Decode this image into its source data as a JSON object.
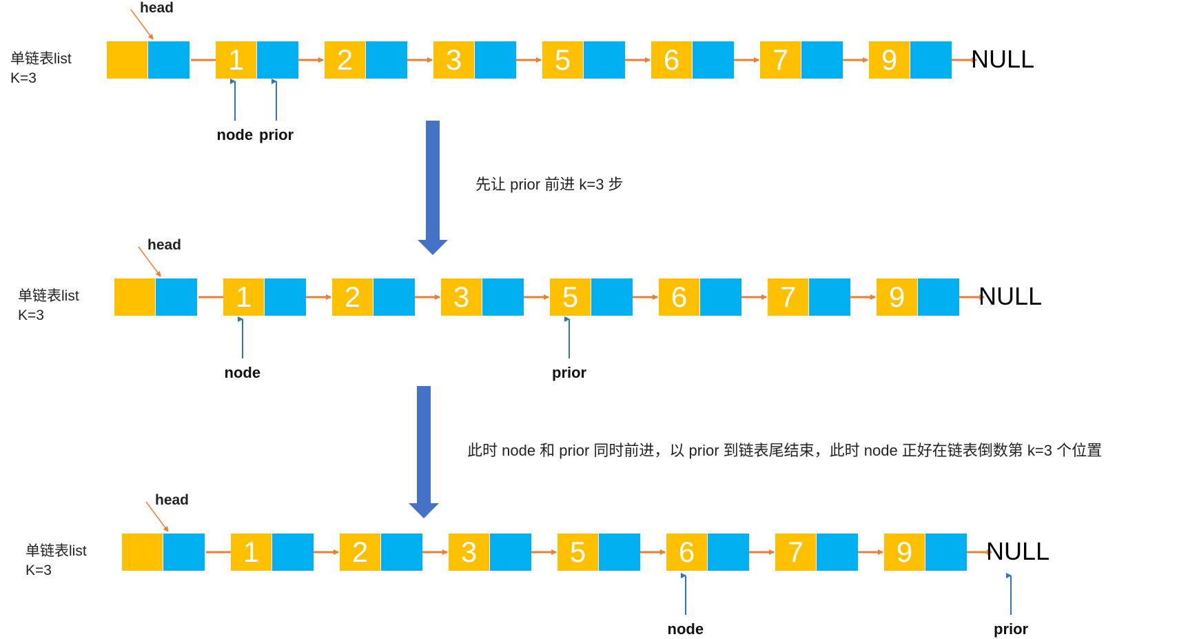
{
  "colors": {
    "data_cell": "#ffc000",
    "next_cell": "#00b0f0",
    "link_arrow": "#ed7d31",
    "pointer_arrow": "#2e75b6",
    "step_arrow": "#4472c4",
    "head_line": "#ed7d31"
  },
  "rows": [
    {
      "list_label": "单链表list",
      "k_label": "K=3",
      "head_label": "head",
      "nodes": [
        "1",
        "2",
        "3",
        "5",
        "6",
        "7",
        "9"
      ],
      "null_label": "NULL",
      "pointers": [
        {
          "label": "node",
          "target_index": 0,
          "target_part": "data"
        },
        {
          "label": "prior",
          "target_index": 0,
          "target_part": "next"
        }
      ]
    },
    {
      "list_label": "单链表list",
      "k_label": "K=3",
      "head_label": "head",
      "nodes": [
        "1",
        "2",
        "3",
        "5",
        "6",
        "7",
        "9"
      ],
      "null_label": "NULL",
      "pointers": [
        {
          "label": "node",
          "target_index": 0,
          "target_part": "data"
        },
        {
          "label": "prior",
          "target_index": 3,
          "target_part": "data"
        }
      ]
    },
    {
      "list_label": "单链表list",
      "k_label": "K=3",
      "head_label": "head",
      "nodes": [
        "1",
        "2",
        "3",
        "5",
        "6",
        "7",
        "9"
      ],
      "null_label": "NULL",
      "pointers": [
        {
          "label": "node",
          "target_index": 4,
          "target_part": "data"
        },
        {
          "label": "prior",
          "target_index": 7,
          "target_part": "null"
        }
      ]
    }
  ],
  "steps": [
    {
      "text": "先让 prior 前进 k=3 步"
    },
    {
      "text": "此时 node 和 prior 同时前进，以 prior 到链表尾结束，此时 node 正好在链表倒数第 k=3 个位置"
    }
  ]
}
